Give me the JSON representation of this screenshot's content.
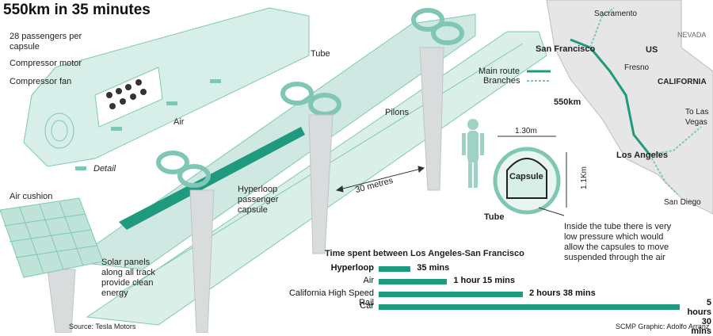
{
  "title": "550km in 35 minutes",
  "capsule_labels": {
    "passengers": "28 passengers per capsule",
    "motor": "Compressor motor",
    "fan": "Compressor fan",
    "air": "Air",
    "detail": "Detail",
    "air_cushion": "Air cushion"
  },
  "track_labels": {
    "tube": "Tube",
    "pylons": "Pilons",
    "capsule": "Hyperloop passenger capsule",
    "distance": "30 metres",
    "solar": "Solar panels along all track provide clean energy"
  },
  "legend": {
    "main": "Main route",
    "branches": "Branches"
  },
  "map": {
    "sacramento": "Sacramento",
    "san_francisco": "San Francisco",
    "us": "US",
    "nevada": "NEVADA",
    "fresno": "Fresno",
    "california": "CALIFORNIA",
    "distance": "550km",
    "las_vegas": "To Las Vegas",
    "los_angeles": "Los Angeles",
    "san_diego": "San Diego"
  },
  "cross_section": {
    "width": "1.30m",
    "height": "1.1Km",
    "capsule": "Capsule",
    "tube": "Tube",
    "note": "Inside the tube there is very low pressure which would allow the capsules to move suspended through the air"
  },
  "chart_title": "Time spent between Los Angeles-San Francisco",
  "chart_data": {
    "type": "bar",
    "title": "Time spent between Los Angeles-San Francisco",
    "categories": [
      "Hyperloop",
      "Air",
      "California High Speed Rail",
      "Car"
    ],
    "values": [
      35,
      75,
      158,
      330
    ],
    "value_labels": [
      "35 mins",
      "1 hour 15 mins",
      "2 hours 38 mins",
      "5 hours 30 mins"
    ],
    "unit": "minutes"
  },
  "source": "Source: Tesla Motors",
  "credit": "SCMP Graphic: Adolfo Arranz",
  "colors": {
    "teal": "#1f9a7e",
    "tube": "#cfe9e2",
    "tube_dark": "#7fc7b4",
    "pylon": "#d9dcdc"
  }
}
